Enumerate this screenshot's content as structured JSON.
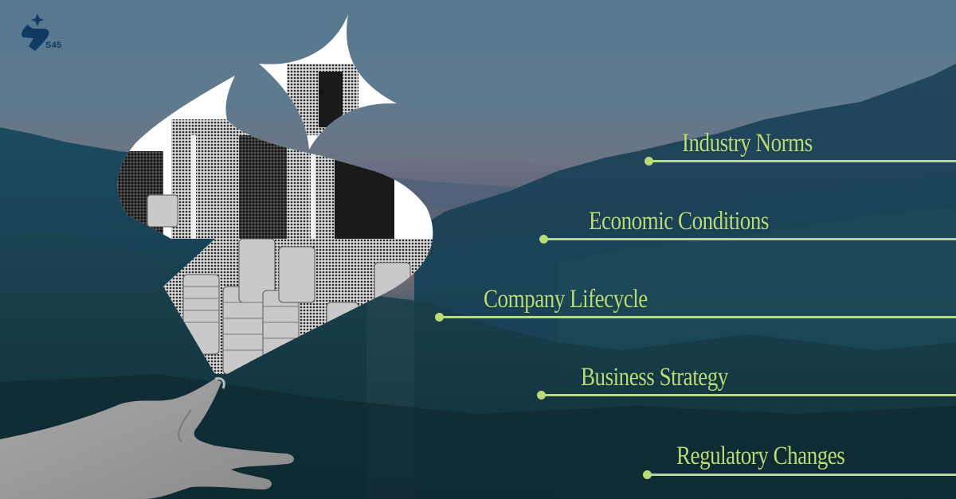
{
  "brand": {
    "logo_text": "S45",
    "logo_color": "#0f3a63"
  },
  "accent_color": "#b8dc78",
  "collage": {
    "description": "Halftone black-and-white collage of buildings and coin stacks cut into an S45 logo shape, held by a hand"
  },
  "factors": [
    {
      "label": "Industry Norms"
    },
    {
      "label": "Economic Conditions"
    },
    {
      "label": "Company Lifecycle"
    },
    {
      "label": "Business Strategy"
    },
    {
      "label": "Regulatory Changes"
    }
  ]
}
